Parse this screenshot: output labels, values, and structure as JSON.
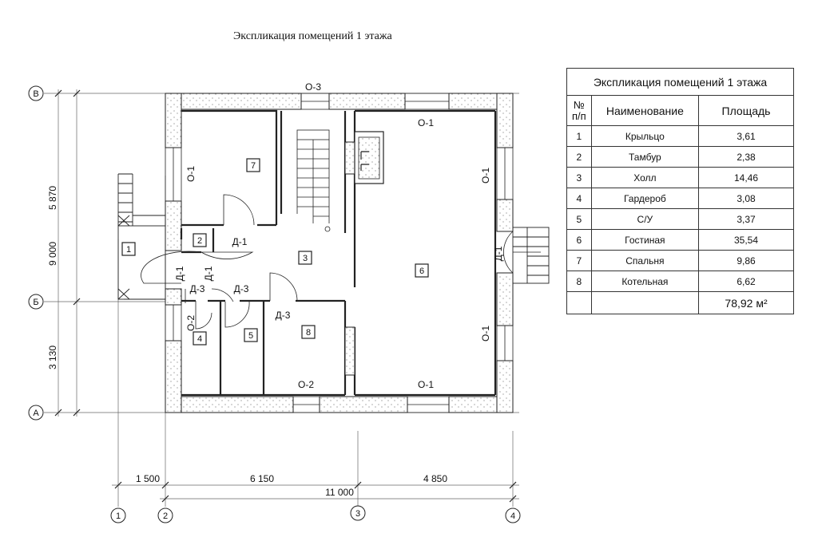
{
  "plan": {
    "title": "Экспликация помещений 1 этажа",
    "axes_letters": [
      "В",
      "Б",
      "А"
    ],
    "axes_numbers": [
      "1",
      "2",
      "3",
      "4"
    ],
    "dims_vertical": [
      "5 870",
      "9 000",
      "3 130"
    ],
    "dims_horizontal": [
      "1 500",
      "6 150",
      "4 850",
      "11 000"
    ],
    "room_numbers": [
      "1",
      "2",
      "3",
      "4",
      "5",
      "6",
      "7",
      "8"
    ],
    "openings": {
      "o1": "О-1",
      "o2": "О-2",
      "o3": "О-3",
      "d1": "Д-1",
      "d3": "Д-3"
    }
  },
  "table": {
    "caption": "Экспликация помещений 1 этажа",
    "headers": {
      "num_line1": "№",
      "num_line2": "п/п",
      "name": "Наименование",
      "area": "Площадь"
    },
    "rows": [
      {
        "n": "1",
        "name": "Крыльцо",
        "area": "3,61"
      },
      {
        "n": "2",
        "name": "Тамбур",
        "area": "2,38"
      },
      {
        "n": "3",
        "name": "Холл",
        "area": "14,46"
      },
      {
        "n": "4",
        "name": "Гардероб",
        "area": "3,08"
      },
      {
        "n": "5",
        "name": "С/У",
        "area": "3,37"
      },
      {
        "n": "6",
        "name": "Гостиная",
        "area": "35,54"
      },
      {
        "n": "7",
        "name": "Спальня",
        "area": "9,86"
      },
      {
        "n": "8",
        "name": "Котельная",
        "area": "6,62"
      }
    ],
    "total": "78,92 м²"
  }
}
